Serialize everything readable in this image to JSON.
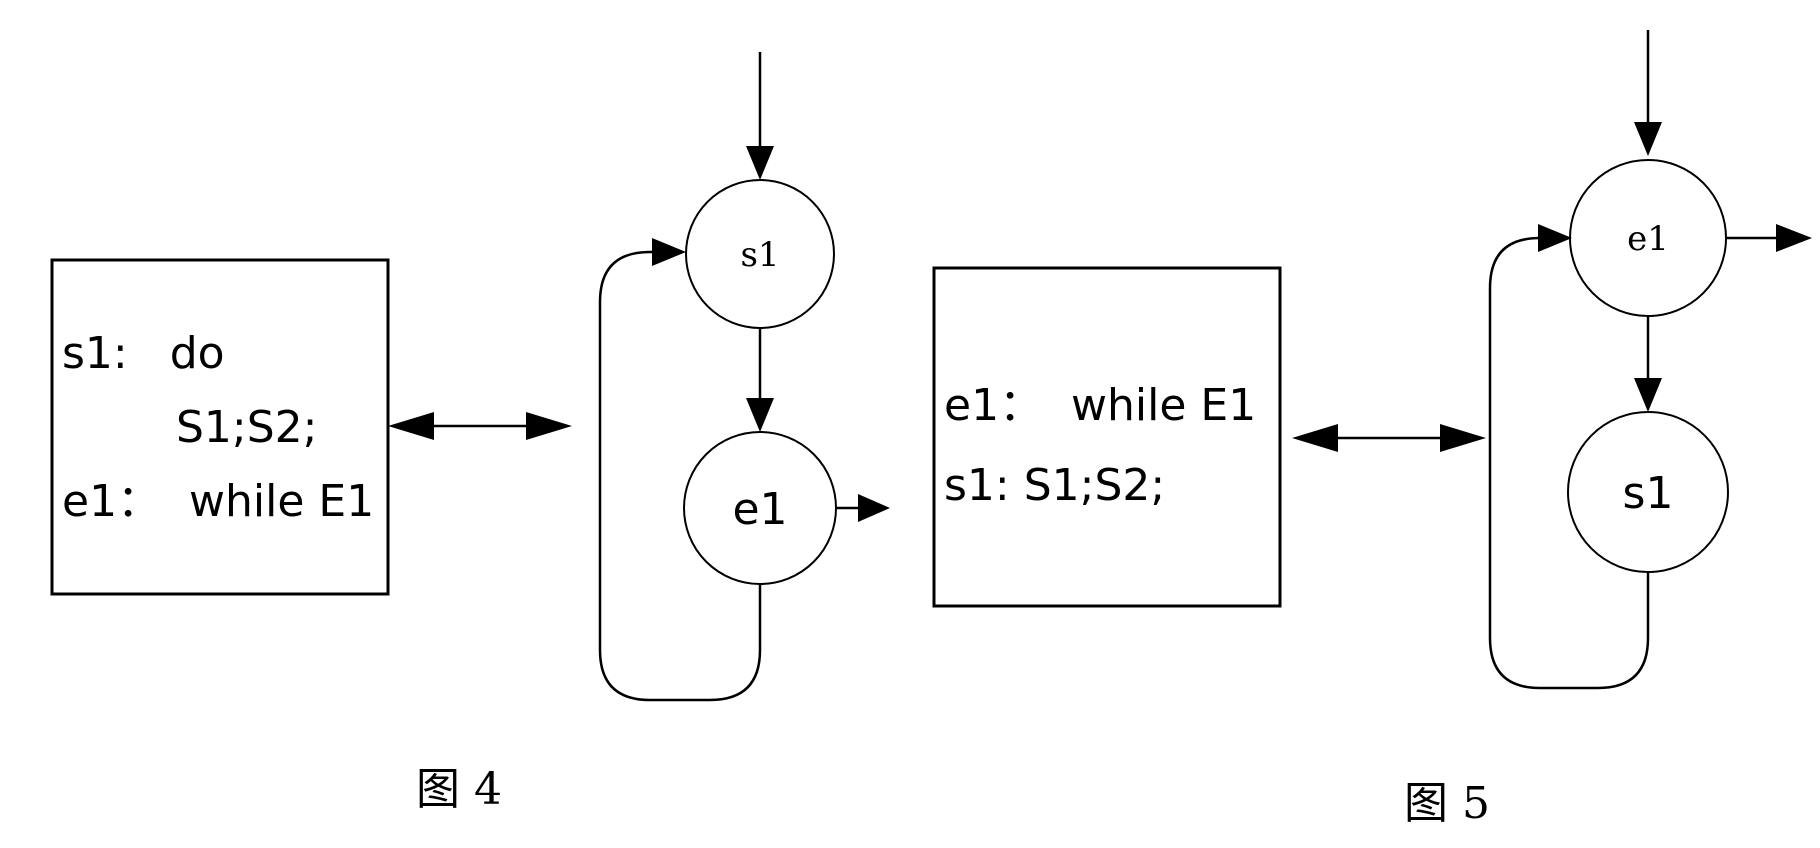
{
  "figure4": {
    "code": {
      "line1": "s1:   do",
      "line2": "S1;S2;",
      "line3": "e1：  while E1"
    },
    "nodes": {
      "top": "s1",
      "bottom": "e1"
    },
    "caption": "图 4"
  },
  "figure5": {
    "code": {
      "line1": "e1：  while E1",
      "line2": "s1: S1;S2;"
    },
    "nodes": {
      "top": "e1",
      "bottom": "s1"
    },
    "caption": "图 5"
  },
  "colors": {
    "stroke": "#000000",
    "background": "#ffffff"
  }
}
